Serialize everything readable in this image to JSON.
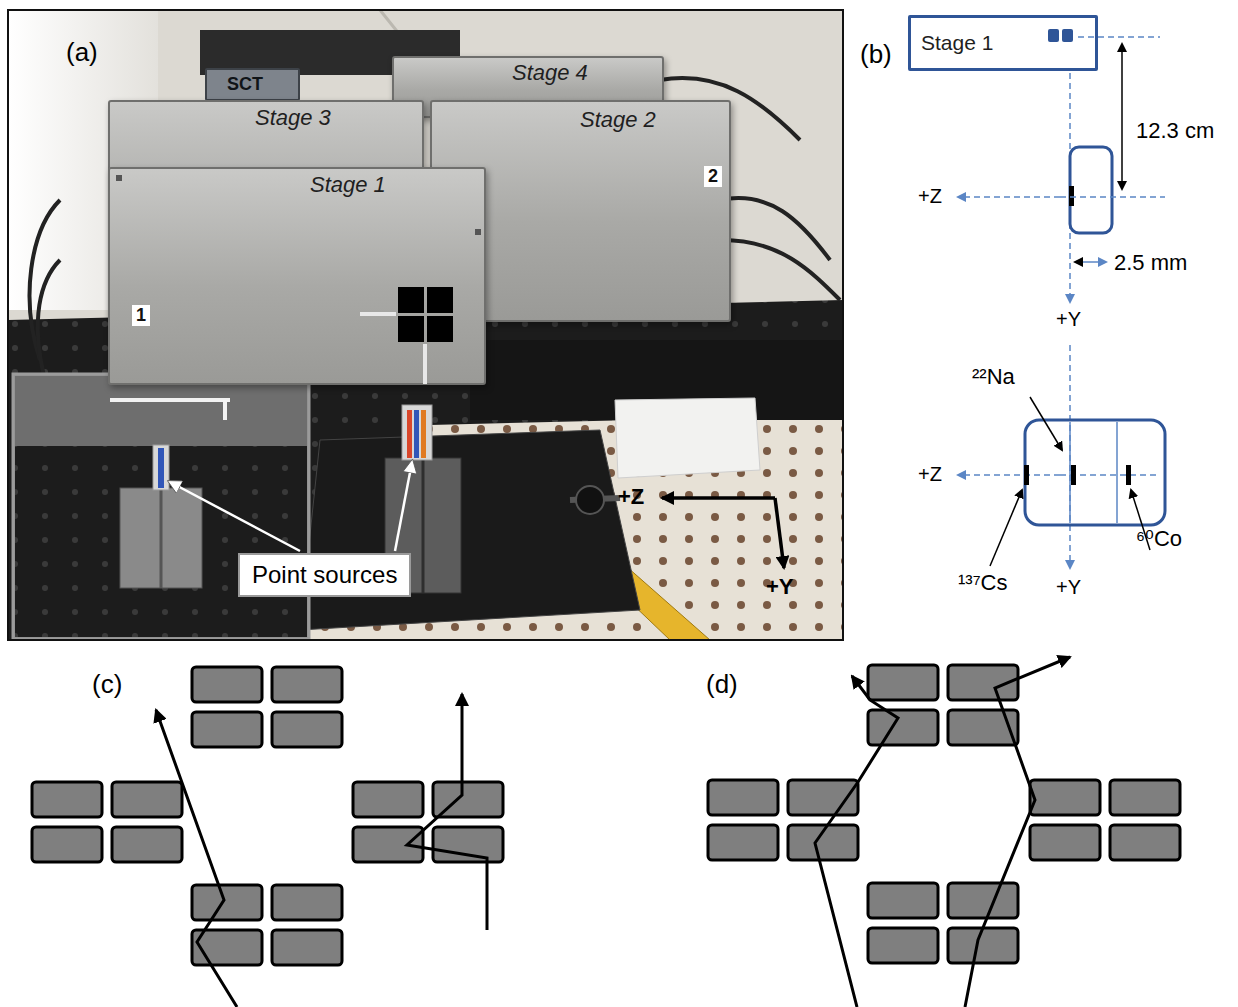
{
  "diagram": {
    "nodes": [
      {
        "text": [
          "Stage 4"
        ]
      },
      {
        "text": [
          "SCT"
        ]
      },
      {
        "text": [
          "Stage 3"
        ]
      },
      {
        "text": [
          "Stage 2",
          "2"
        ]
      },
      {
        "text": [
          "Stage 1",
          "1"
        ]
      },
      {
        "text": [
          "Point sources"
        ]
      },
      {
        "text": [
          "Stage 1"
        ]
      }
    ],
    "labels": [
      "(a)",
      "+Z",
      "+Y",
      "(b)",
      "12.3 cm",
      "+Z",
      "2.5 mm",
      "+Y",
      "²²Na",
      "+Z",
      "¹³⁷Cs",
      "⁶⁰Co",
      "+Y",
      "(c)",
      "(d)"
    ]
  }
}
